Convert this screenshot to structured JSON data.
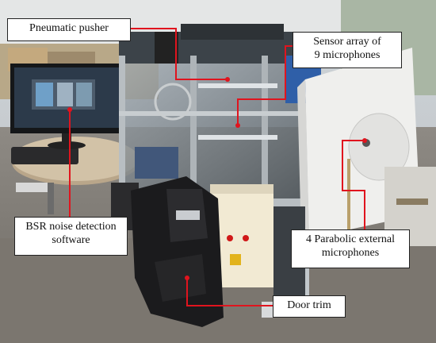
{
  "annotations": {
    "pneumatic_pusher": "Pneumatic pusher",
    "sensor_array": [
      "Sensor array of",
      "9 microphones"
    ],
    "bsr_software": [
      "BSR noise detection",
      "software"
    ],
    "parabolic_mics": [
      "4 Parabolic external",
      "microphones"
    ],
    "door_trim": "Door trim"
  },
  "colors": {
    "leader_line": "#e0141e",
    "label_border": "#222222"
  }
}
